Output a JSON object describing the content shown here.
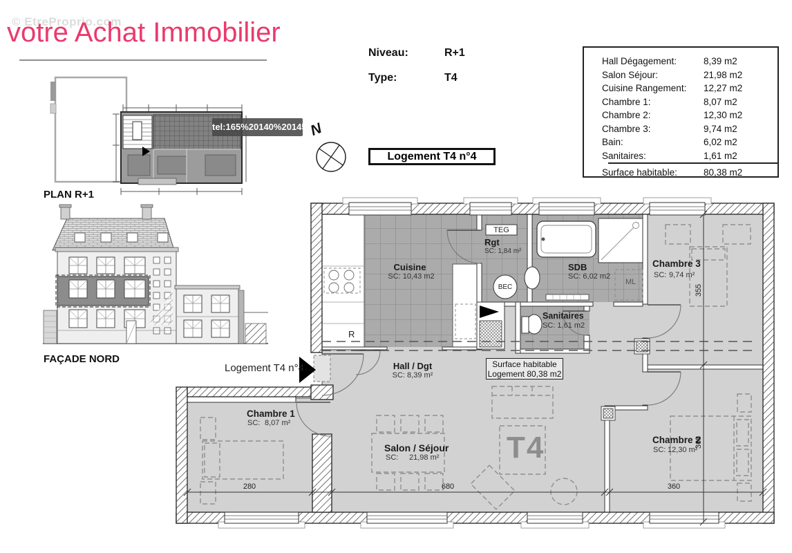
{
  "watermark": "© EtreProprio.com",
  "brand": {
    "title": "votre Achat Immobilier",
    "color": "#e93a6f"
  },
  "plan_thumb": {
    "label": "PLAN R+1",
    "tel_badge": "tel:165%20140%20145"
  },
  "facade": {
    "label": "FAÇADE NORD"
  },
  "meta": {
    "niveau_label": "Niveau:",
    "niveau_value": "R+1",
    "type_label": "Type:",
    "type_value": "T4",
    "logement": "Logement T4 n°4",
    "north": "N"
  },
  "entrance": {
    "label": "Logement T4 n°4"
  },
  "areas_table": {
    "rows": [
      {
        "label": "Hall Dégagement:",
        "value": "8,39 m2"
      },
      {
        "label": "Salon Séjour:",
        "value": "21,98 m2"
      },
      {
        "label": "Cuisine Rangement:",
        "value": "12,27 m2"
      },
      {
        "label": "Chambre 1:",
        "value": "8,07 m2"
      },
      {
        "label": "Chambre 2:",
        "value": "12,30 m2"
      },
      {
        "label": "Chambre 3:",
        "value": "9,74 m2"
      },
      {
        "label": "Bain:",
        "value": "6,02 m2"
      },
      {
        "label": "Sanitaires:",
        "value": "1,61 m2"
      }
    ],
    "total_label": "Surface habitable:",
    "total_value": "80,38 m2"
  },
  "rooms": {
    "cuisine": {
      "name": "Cuisine",
      "sc": "SC: 10,43 m2"
    },
    "rgt": {
      "name": "Rgt",
      "sc": "SC: 1,84 m²"
    },
    "sdb": {
      "name": "SDB",
      "sc": "SC: 6,02 m2"
    },
    "sanitaires": {
      "name": "Sanitaires",
      "sc": "SC: 1,61 m2"
    },
    "chambre3": {
      "name": "Chambre 3",
      "sc_label": "SC:",
      "sc_value": "9,74 m²"
    },
    "hall": {
      "name": "Hall / Dgt",
      "sc": "SC: 8,39 m²"
    },
    "chambre1": {
      "name": "Chambre 1",
      "sc_label": "SC:",
      "sc_value": "8,07 m²"
    },
    "salon": {
      "name": "Salon / Séjour",
      "sc_label": "SC:",
      "sc_value": "21,98 m²"
    },
    "chambre2": {
      "name": "Chambre 2",
      "sc_label": "SC:",
      "sc_value": "12,30 m²"
    }
  },
  "surface_box": {
    "line1": "Surface habitable",
    "line2": "Logement 80,38 m2"
  },
  "type_mark": "T4",
  "fixtures": {
    "teg": "TEG",
    "bec": "BEC",
    "fridge": "R",
    "ml": "ML"
  },
  "dims": {
    "d280": "280",
    "d680": "680",
    "d360": "360",
    "d355": "355",
    "d368": "368"
  }
}
